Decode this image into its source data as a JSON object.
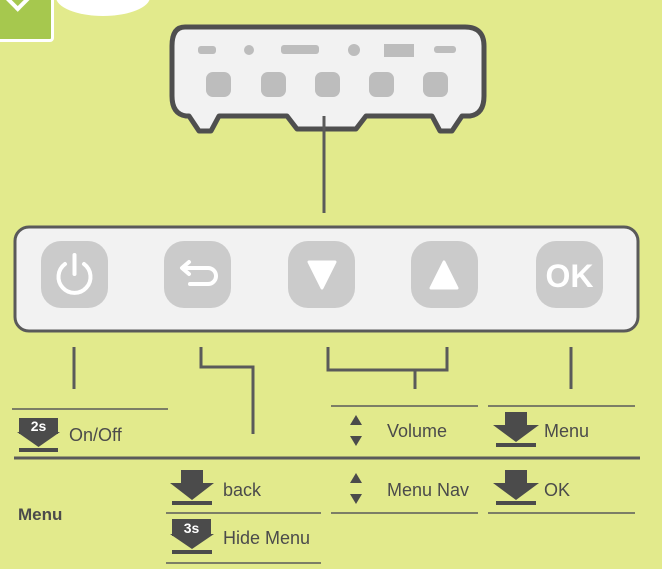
{
  "buttons": {
    "power": "power-icon",
    "back": "return-icon",
    "down": "triangle-down-icon",
    "up": "triangle-up-icon",
    "ok_label": "OK"
  },
  "press_badges": {
    "long_2s": "2s",
    "long_3s": "3s"
  },
  "labels": {
    "on_off": "On/Off",
    "volume": "Volume",
    "menu_short": "Menu",
    "menu_section": "Menu",
    "back": "back",
    "menu_nav": "Menu Nav",
    "ok": "OK",
    "hide_menu": "Hide Menu"
  },
  "colors": {
    "background": "#e2ea8c",
    "panel": "#f2f2f2",
    "button": "#cbcbcb",
    "line": "#5a5a5a",
    "text": "#4b4b4b",
    "accent_green": "#a6c84e"
  }
}
